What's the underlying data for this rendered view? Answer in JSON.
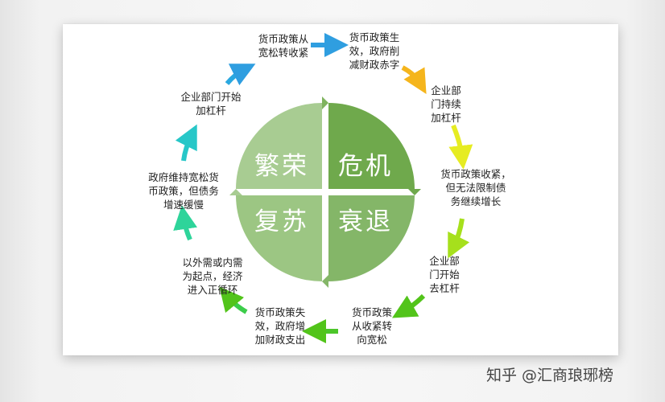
{
  "quadrants": {
    "prosperity": "繁荣",
    "crisis": "危机",
    "recovery": "复苏",
    "recession": "衰退"
  },
  "steps": [
    "货币政策从\n宽松转收紧",
    "货币政策生\n效，政府削\n减财政赤字",
    "企业部\n门持续\n加杠杆",
    "货币政策收紧，\n但无法限制债\n务继续增长",
    "企业部\n门开始\n去杠杆",
    "货币政策\n从收紧转\n向宽松",
    "货币政策失\n效，政府增\n加财政支出",
    "以外需或内需\n为起点，经济\n进入正循环",
    "政府维持宽松货\n币政策，但债务\n增速缓慢",
    "企业部门开始\n加杠杆"
  ],
  "watermark": "知乎 @汇商琅琊榜",
  "colors": {
    "prosperity": "#a8cc92",
    "crisis": "#6fa94c",
    "recovery": "#9cc683",
    "recession": "#84b668",
    "arrow_cyan": "#2f9ee0",
    "arrow_orange": "#f5b51c",
    "arrow_yellow": "#e6ec22",
    "arrow_green": "#62c624",
    "arrow_teal": "#2ed49a"
  }
}
